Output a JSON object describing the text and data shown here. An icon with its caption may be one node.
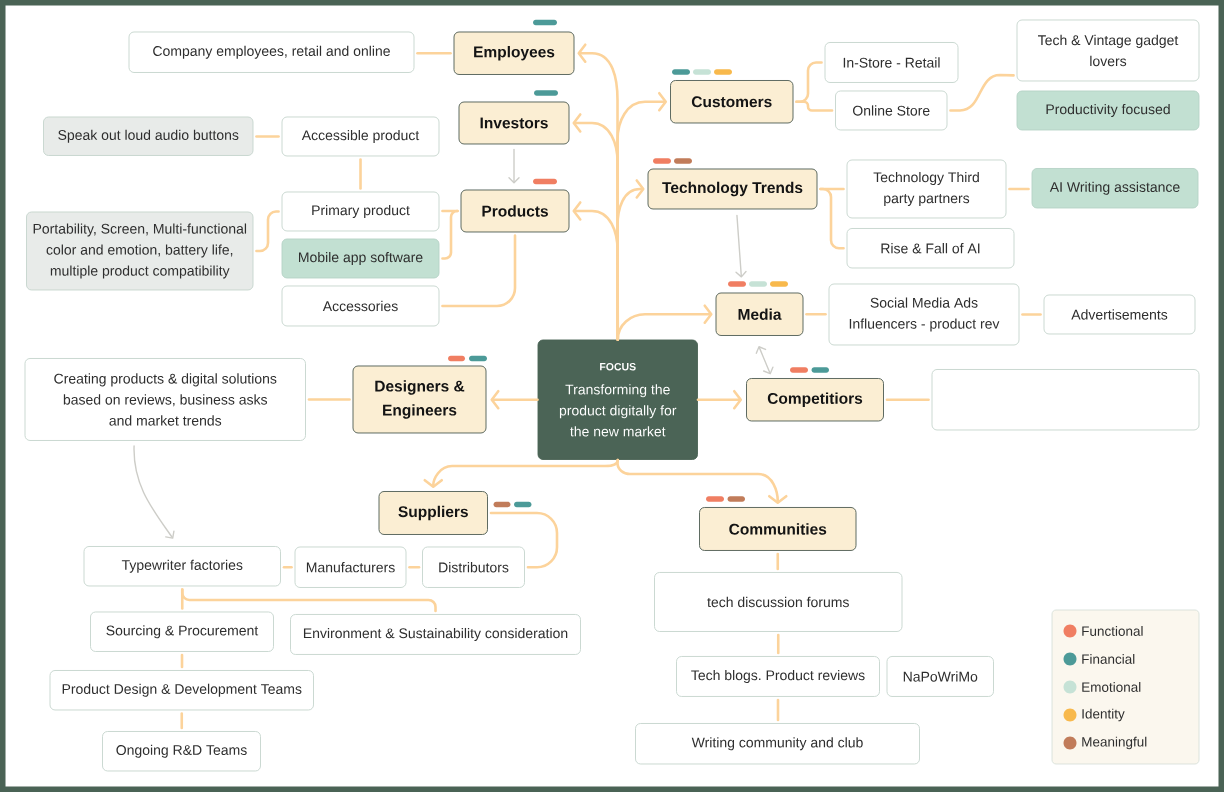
{
  "diagram": {
    "nodes": [
      {
        "text": [
          "FOCUS",
          "Transforming the product digitally for the new market"
        ]
      },
      {
        "text": [
          "Employees"
        ]
      },
      {
        "text": [
          "Investors"
        ]
      },
      {
        "text": [
          "Products"
        ]
      },
      {
        "text": [
          "Customers"
        ]
      },
      {
        "text": [
          "Technology Trends"
        ]
      },
      {
        "text": [
          "Media"
        ]
      },
      {
        "text": [
          "Designers & Engineers"
        ]
      },
      {
        "text": [
          "Competitiors"
        ]
      },
      {
        "text": [
          "Suppliers"
        ]
      },
      {
        "text": [
          "Communities"
        ]
      },
      {
        "text": [
          "Company employees, retail and online"
        ]
      },
      {
        "text": [
          "Speak out loud audio buttons"
        ]
      },
      {
        "text": [
          "Accessible product"
        ]
      },
      {
        "text": [
          "Portability, Screen, Multi-functional color and emotion, battery life, multiple product compatibility"
        ]
      },
      {
        "text": [
          "Primary product"
        ]
      },
      {
        "text": [
          "Mobile app software"
        ]
      },
      {
        "text": [
          "Accessories"
        ]
      },
      {
        "text": [
          "In-Store - Retail"
        ]
      },
      {
        "text": [
          "Online Store"
        ]
      },
      {
        "text": [
          "Tech & Vintage gadget lovers"
        ]
      },
      {
        "text": [
          "Productivity focused"
        ]
      },
      {
        "text": [
          "Technology Third party partners"
        ]
      },
      {
        "text": [
          "AI Writing assistance"
        ]
      },
      {
        "text": [
          "Rise & Fall of AI"
        ]
      },
      {
        "text": [
          "Social Media Ads Influencers - product rev"
        ]
      },
      {
        "text": [
          "Advertisements"
        ]
      },
      {
        "text": [
          "Creating products & digital solutions based on reviews, business asks and market trends"
        ]
      },
      {
        "text": [],
        "shape": "box"
      },
      {
        "text": [
          "Typewriter factories"
        ]
      },
      {
        "text": [
          "Manufacturers"
        ]
      },
      {
        "text": [
          "Distributors"
        ]
      },
      {
        "text": [
          "Sourcing & Procurement"
        ]
      },
      {
        "text": [
          "Environment & Sustainability consideration"
        ]
      },
      {
        "text": [
          "Product Design & Development Teams"
        ]
      },
      {
        "text": [
          "Ongoing R&D Teams"
        ]
      },
      {
        "text": [
          "tech discussion forums"
        ]
      },
      {
        "text": [
          "Tech blogs. Product reviews"
        ]
      },
      {
        "text": [
          "NaPoWriMo"
        ]
      },
      {
        "text": [
          "Writing community and club"
        ]
      }
    ],
    "edges": [
      {
        "from": 0,
        "to": 1,
        "arrow": "to"
      },
      {
        "from": 0,
        "to": 2,
        "arrow": "to"
      },
      {
        "from": 0,
        "to": 3,
        "arrow": "to"
      },
      {
        "from": 0,
        "to": 4,
        "arrow": "to"
      },
      {
        "from": 0,
        "to": 5,
        "arrow": "to"
      },
      {
        "from": 0,
        "to": 6,
        "arrow": "to"
      },
      {
        "from": 0,
        "to": 7,
        "arrow": "to"
      },
      {
        "from": 0,
        "to": 8,
        "arrow": "to"
      },
      {
        "from": 0,
        "to": 9,
        "arrow": "to"
      },
      {
        "from": 0,
        "to": 10,
        "arrow": "to"
      },
      {
        "from": 2,
        "to": 3,
        "arrow": "to",
        "color": "#cdcdc8"
      },
      {
        "from": 5,
        "to": 6,
        "arrow": "to",
        "color": "#cdcdc8"
      },
      {
        "from": 6,
        "to": 8,
        "arrow": "both",
        "color": "#cdcdc8"
      },
      {
        "from": 27,
        "to": 29,
        "arrow": "to",
        "color": "#cdcdc8"
      },
      {
        "from": 1,
        "to": 11,
        "arrow": "none"
      },
      {
        "from": 3,
        "to": 15,
        "arrow": "none"
      },
      {
        "from": 3,
        "to": 16,
        "arrow": "none"
      },
      {
        "from": 3,
        "to": 17,
        "arrow": "none"
      },
      {
        "from": 15,
        "to": 13,
        "arrow": "none"
      },
      {
        "from": 13,
        "to": 12,
        "arrow": "none"
      },
      {
        "from": 15,
        "to": 14,
        "arrow": "none"
      },
      {
        "from": 4,
        "to": 18,
        "arrow": "none"
      },
      {
        "from": 4,
        "to": 19,
        "arrow": "none"
      },
      {
        "from": 19,
        "to": 20,
        "arrow": "none"
      },
      {
        "from": 5,
        "to": 22,
        "arrow": "none"
      },
      {
        "from": 5,
        "to": 24,
        "arrow": "none"
      },
      {
        "from": 22,
        "to": 23,
        "arrow": "none"
      },
      {
        "from": 6,
        "to": 25,
        "arrow": "none"
      },
      {
        "from": 25,
        "to": 26,
        "arrow": "none"
      },
      {
        "from": 7,
        "to": 27,
        "arrow": "none"
      },
      {
        "from": 8,
        "to": 28,
        "arrow": "none"
      },
      {
        "from": 9,
        "to": 31,
        "arrow": "none"
      },
      {
        "from": 31,
        "to": 30,
        "arrow": "none"
      },
      {
        "from": 30,
        "to": 29,
        "arrow": "none"
      },
      {
        "from": 29,
        "to": 32,
        "arrow": "none"
      },
      {
        "from": 29,
        "to": 33,
        "arrow": "none"
      },
      {
        "from": 32,
        "to": 34,
        "arrow": "none"
      },
      {
        "from": 34,
        "to": 35,
        "arrow": "none"
      },
      {
        "from": 10,
        "to": 36,
        "arrow": "none"
      },
      {
        "from": 36,
        "to": 37,
        "arrow": "none"
      },
      {
        "from": 37,
        "to": 39,
        "arrow": "none"
      }
    ],
    "legend": [
      {
        "text": "Functional",
        "color": "#f07e62"
      },
      {
        "text": "Financial",
        "color": "#4c9a98"
      },
      {
        "text": "Emotional",
        "color": "#c6e2d6"
      },
      {
        "text": "Identity",
        "color": "#f8b94c"
      },
      {
        "text": "Meaningful",
        "color": "#c17c5a"
      }
    ]
  }
}
